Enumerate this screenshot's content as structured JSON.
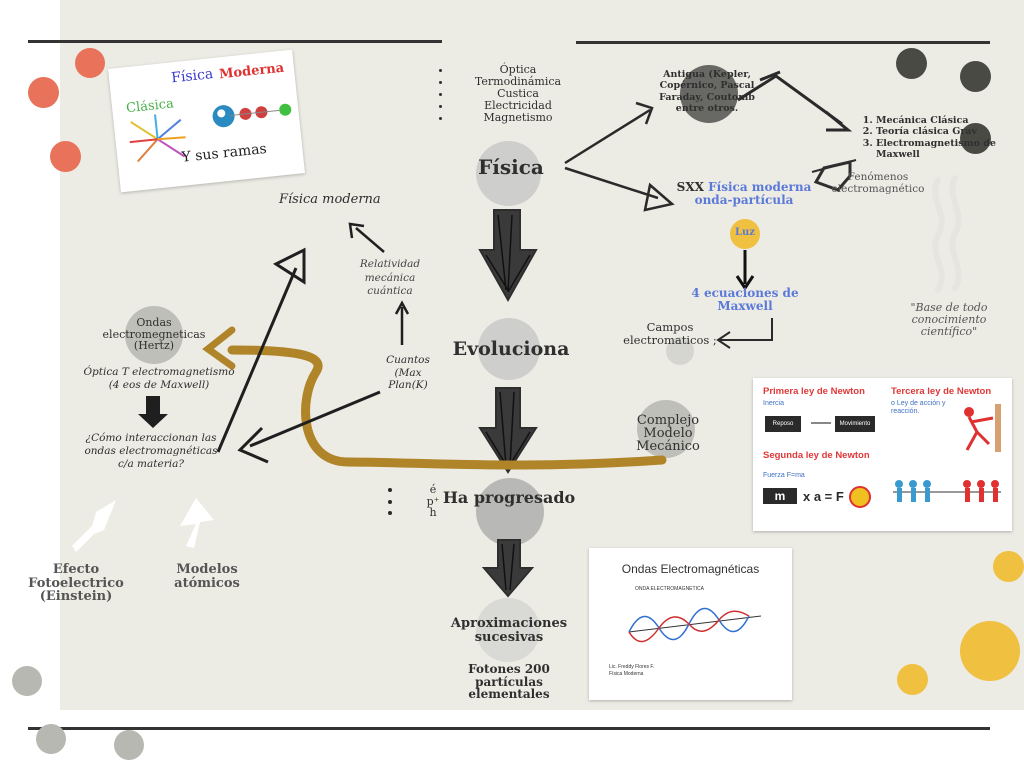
{
  "header_cards": {
    "fisica_word": "Física",
    "moderna_word": "Moderna",
    "clasica_word": "Clásica",
    "sus_ramas": "Y sus ramas"
  },
  "branches_list": [
    "Óptica",
    "Termodinámica",
    "Custica",
    "Electricidad",
    "Magnetismo"
  ],
  "main_nodes": {
    "fisica": "Física",
    "evoluciona": "Evoluciona",
    "ha_progresado": "Ha progresado",
    "aproximaciones": "Aproximaciones sucesivas",
    "fotones": "Fotones 200 partículas elementales"
  },
  "antigua": "Antigua (Kepler, Copérnico, Pascal Faraday, Coutomb entre otros.",
  "clasica_list": [
    "Mecánica Clásica",
    "Teoría clásica Grav",
    "Electromagnetismo de Maxwell"
  ],
  "fenomenos": "Fenómenos electromagnético",
  "base": "\"Base de todo conocimiento científico\"",
  "sxx_prefix": "SXX",
  "sxx_blue": "Física moderna onda-partícula",
  "luz": "Luz",
  "ecuaciones": "4 ecuaciones de Maxwell",
  "campos": "Campos electromaticos ;",
  "complejo": "Complejo Modelo Mecánico",
  "fisica_moderna": "Física moderna",
  "relatividad": "Relatividad mecánica cuántica",
  "cuantos": "Cuantos (Max Plan(K)",
  "ondas_hertz": "Ondas electromegneticas (Hertz)",
  "optica_t": "Óptica T electromagnetismo (4 eos de Maxwell)",
  "como": "¿Cómo interaccionan las ondas electromagnéticas c/a materia?",
  "particles": [
    "é",
    "p⁺",
    "h"
  ],
  "efecto": "Efecto Fotoelectrico (Einstein)",
  "modelos": "Modelos atómicos",
  "newton": {
    "primera": "Primera ley de Newton",
    "inercia": "Inercia",
    "reposo": "Reposo",
    "movimiento": "Movimiento",
    "segunda": "Segunda ley de Newton",
    "fuerza": "Fuerza F=ma",
    "m": "m",
    "formula": "x a = F",
    "tercera": "Tercera ley de Newton",
    "accion": "o Ley de acción y reacción."
  },
  "ondas_card": {
    "title": "Ondas Electromagnéticas",
    "sub": "ONDA ELECTROMAGNETICA",
    "author": "Lic. Freddy Flores F.",
    "course": "Física Moderna"
  },
  "colors": {
    "accent_orange": "#e8725a",
    "accent_yellow": "#f0c040",
    "gold_arrow": "#b08428",
    "blue_text": "#5b79d9",
    "dark_dot": "#4a4a45"
  }
}
